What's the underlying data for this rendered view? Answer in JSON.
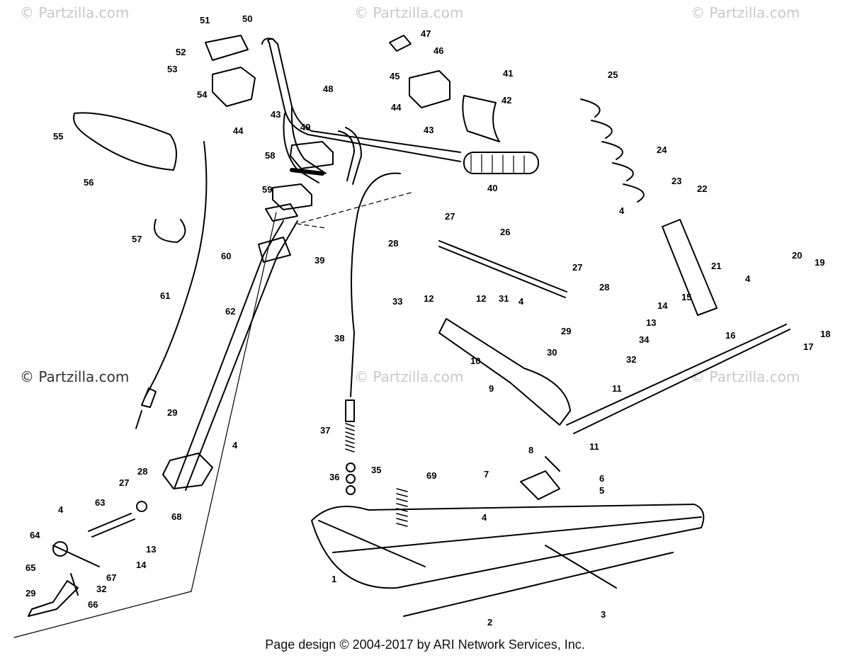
{
  "watermarks": {
    "top_left": "© Partzilla.com",
    "top_center": "© Partzilla.com",
    "top_right": "© Partzilla.com",
    "mid_left": "© Partzilla.com",
    "mid_center": "© Partzilla.com",
    "mid_right": "© Partzilla.com"
  },
  "footer": "Page design © 2004-2017 by ARI Network Services, Inc.",
  "callouts": [
    "1",
    "2",
    "3",
    "4",
    "5",
    "6",
    "7",
    "8",
    "9",
    "10",
    "11",
    "12",
    "13",
    "14",
    "15",
    "16",
    "17",
    "18",
    "19",
    "20",
    "21",
    "22",
    "23",
    "24",
    "25",
    "26",
    "27",
    "28",
    "29",
    "30",
    "31",
    "32",
    "33",
    "34",
    "35",
    "36",
    "37",
    "38",
    "39",
    "40",
    "41",
    "42",
    "43",
    "44",
    "45",
    "46",
    "47",
    "48",
    "49",
    "50",
    "51",
    "52",
    "53",
    "54",
    "55",
    "56",
    "57",
    "58",
    "59",
    "60",
    "61",
    "62",
    "63",
    "64",
    "65",
    "66",
    "67",
    "68",
    "69"
  ],
  "colors": {
    "line": "#000000",
    "watermark": "#c8c8c8",
    "background": "#ffffff"
  }
}
